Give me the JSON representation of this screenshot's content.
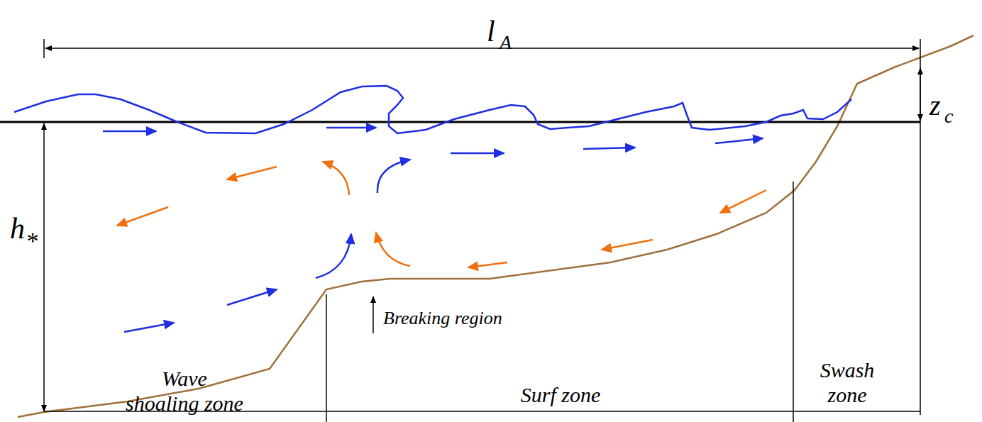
{
  "diagram": {
    "labels": [
      "l",
      "A",
      "z",
      "c",
      "h",
      "*",
      "Breaking region",
      "Wave shoaling zone",
      "Surf zone",
      "Swash zone"
    ]
  }
}
